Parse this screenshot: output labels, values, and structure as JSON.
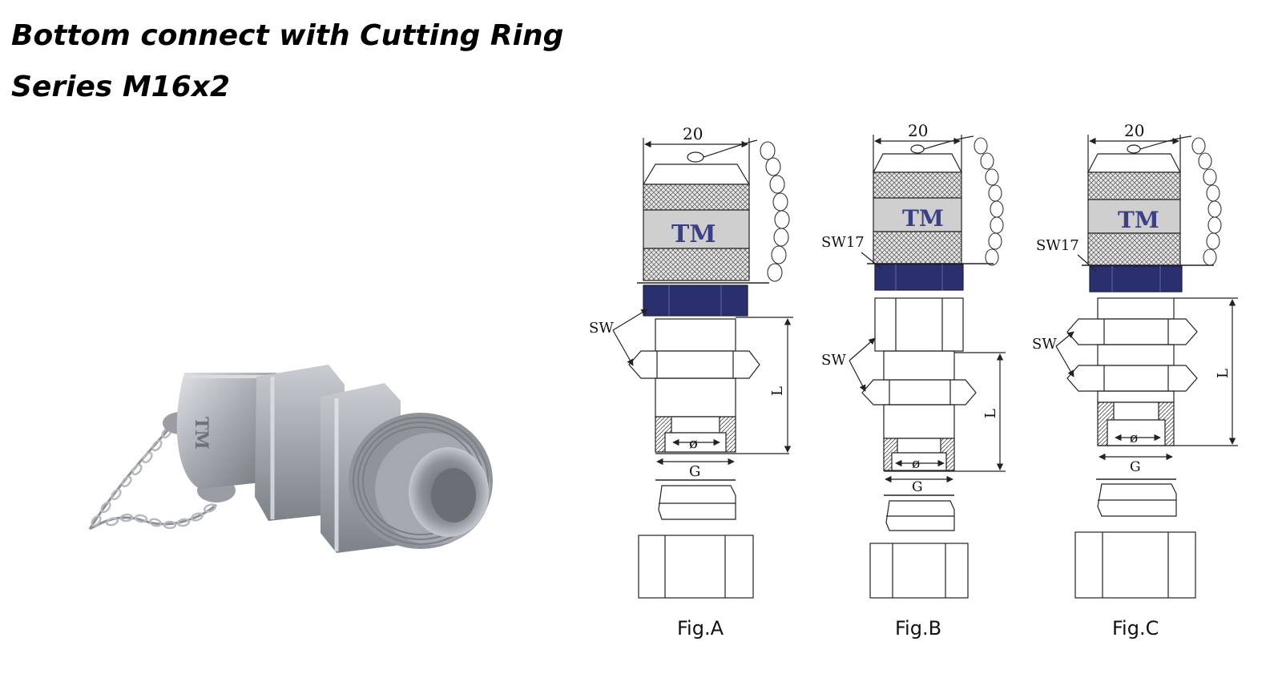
{
  "header": {
    "title_line1": "Bottom connect with Cutting Ring",
    "title_line2": "Series M16x2"
  },
  "colors": {
    "nut_blue": "#2a2f6e",
    "steel": "#a9adb3",
    "logo_blue": "#3a3f86",
    "knurl_band": "#bfbfbf"
  },
  "figures": [
    {
      "id": "A",
      "label": "Fig.A",
      "width_dim": "20",
      "logo": "TM",
      "sw_label": "SW",
      "sw17_label": "",
      "length_label": "L",
      "bore_label": "ø",
      "thread_label": "G"
    },
    {
      "id": "B",
      "label": "Fig.B",
      "width_dim": "20",
      "logo": "TM",
      "sw_label": "SW",
      "sw17_label": "SW17",
      "length_label": "L",
      "bore_label": "ø",
      "thread_label": "G"
    },
    {
      "id": "C",
      "label": "Fig.C",
      "width_dim": "20",
      "logo": "TM",
      "sw_label": "SW",
      "sw17_label": "SW17",
      "length_label": "L",
      "bore_label": "ø",
      "thread_label": "G"
    }
  ],
  "photo": {
    "logo": "TM"
  }
}
